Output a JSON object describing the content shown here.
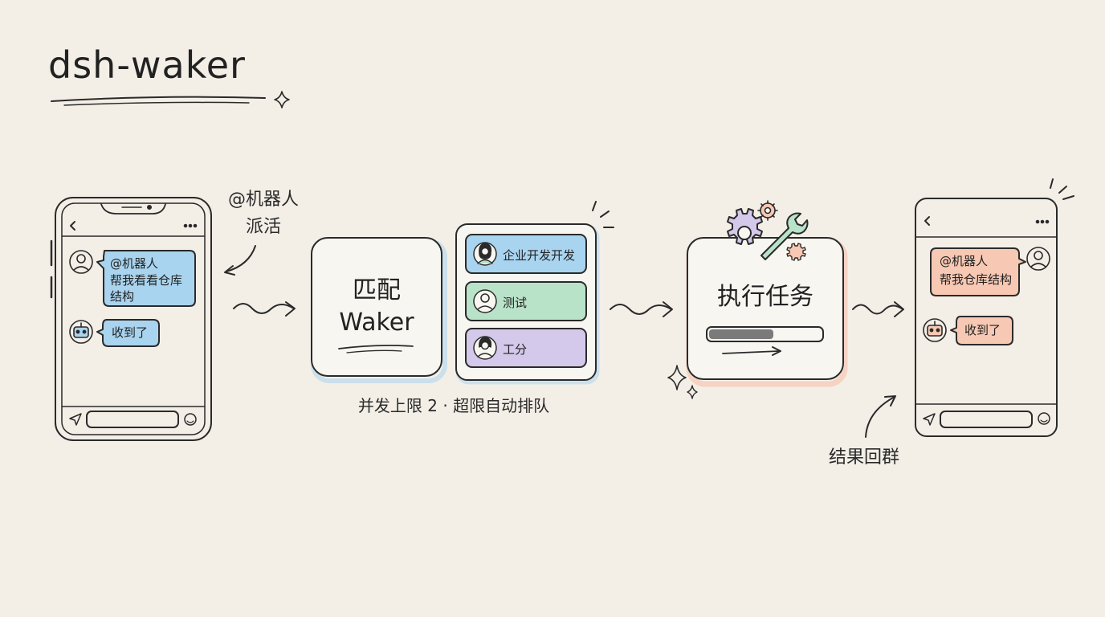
{
  "title": "dsh-waker",
  "labels": {
    "at_robot": "@机器人",
    "dispatch": "派活",
    "concurrency": "并发上限 2 · 超限自动排队",
    "result_back": "结果回群"
  },
  "phone_left": {
    "user_message": [
      "@机器人",
      "帮我看看仓库",
      "结构"
    ],
    "bot_reply": "收到了"
  },
  "match_card": {
    "line1": "匹配",
    "line2": "Waker"
  },
  "waker_list": [
    {
      "label": "企业开发开发",
      "color": "#a9d4ef"
    },
    {
      "label": "测试",
      "color": "#b9e3c9"
    },
    {
      "label": "工分",
      "color": "#d4c9ea"
    }
  ],
  "execute_card": {
    "label": "执行任务",
    "icons": [
      "gear-icon",
      "wrench-icon"
    ]
  },
  "phone_right": {
    "user_message": [
      "@机器人",
      "帮我仓库结构"
    ],
    "bot_reply": "收到了"
  },
  "colors": {
    "blue": "#a9d4ef",
    "green": "#b9e3c9",
    "purple": "#d4c9ea",
    "peach": "#f7c8b3",
    "background": "#f3efe7"
  }
}
